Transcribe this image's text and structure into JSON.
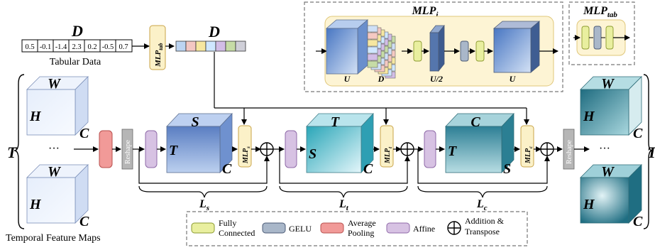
{
  "tabular": {
    "title": "D",
    "values": [
      "0.5",
      "-0.1",
      "-1.4",
      "2.3",
      "0.2",
      "-0.5",
      "0.7"
    ],
    "caption": "Tabular Data",
    "mlp_label": "MLP",
    "mlp_sub": "tab",
    "embedding_label": "D",
    "embedding_colors": [
      "#bcd4f2",
      "#f3c7c3",
      "#f6e79f",
      "#cfe7ff",
      "#d2bde6",
      "#c6dca6",
      "#cfcfd8"
    ]
  },
  "mlp_i": {
    "title": "MLP",
    "sub": "i",
    "labels": [
      "U",
      "D",
      "U/2",
      "U"
    ]
  },
  "mlp_tab": {
    "title": "MLP",
    "sub": "tab"
  },
  "input": {
    "T": "T",
    "W": "W",
    "H": "H",
    "C": "C",
    "dots": "···",
    "caption": "Temporal Feature Maps"
  },
  "reshape": "Reshape",
  "stage_s": {
    "top": "S",
    "left": "T",
    "bottom": "C",
    "mlp": "MLP",
    "mlp_sub": "s",
    "brace": "L",
    "brace_sub": "s"
  },
  "stage_t": {
    "top": "T",
    "left": "S",
    "bottom": "C",
    "mlp": "MLP",
    "mlp_sub": "t",
    "brace": "L",
    "brace_sub": "t"
  },
  "stage_c": {
    "top": "C",
    "left": "T",
    "bottom": "S",
    "mlp": "MLP",
    "mlp_sub": "c",
    "brace": "L",
    "brace_sub": "c"
  },
  "output": {
    "W": "W",
    "H": "H",
    "C": "C",
    "T": "T",
    "dots": "···"
  },
  "legend": {
    "fc": [
      "Fully",
      "Connected"
    ],
    "gelu": "GELU",
    "pool": [
      "Average",
      "Pooling"
    ],
    "affine": "Affine",
    "add": [
      "Addition &",
      "Transpose"
    ]
  },
  "colors": {
    "fc": "#e9ef9f",
    "gelu": "#a9b7c9",
    "pool": "#f19a98",
    "affine": "#d7c2e3",
    "mlp_fill": "#fbf1c8",
    "panel": "#fdf4d4"
  }
}
